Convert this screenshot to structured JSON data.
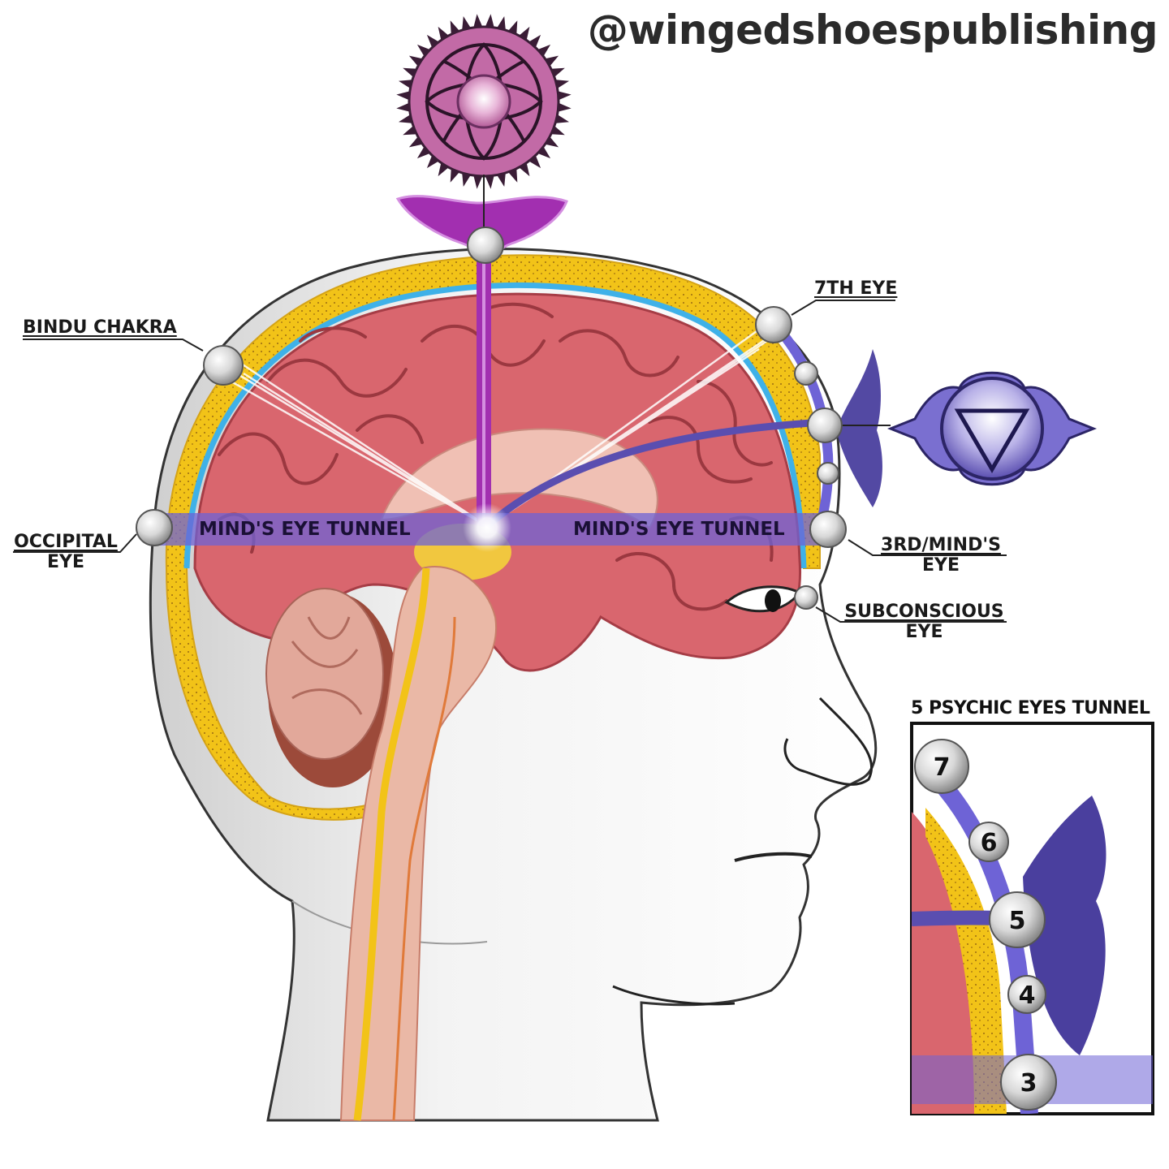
{
  "watermark": "@wingedshoespublishing",
  "labels": {
    "bindu_chakra": "BINDU CHAKRA",
    "seventh_eye": "7TH EYE",
    "occipital_eye_line1": "OCCIPITAL",
    "occipital_eye_line2": "EYE",
    "third_eye_line1": "3RD/MIND'S",
    "third_eye_line2": "EYE",
    "subconscious_eye_line1": "SUBCONSCIOUS",
    "subconscious_eye_line2": "EYE",
    "tunnel_left": "MIND'S EYE TUNNEL",
    "tunnel_right": "MIND'S EYE TUNNEL"
  },
  "inset": {
    "title": "5 PSYCHIC EYES TUNNEL",
    "eyes": [
      "7",
      "6",
      "5",
      "4",
      "3"
    ]
  },
  "colors": {
    "crown_chakra": "#c26aa6",
    "ajna_chakra": "#4a3f9e",
    "tunnel": "#6e63d6",
    "brain": "#d9666e",
    "skull": "#f2c318",
    "csf": "#3fb1e8",
    "pineal_beam": "#a22fb0"
  }
}
